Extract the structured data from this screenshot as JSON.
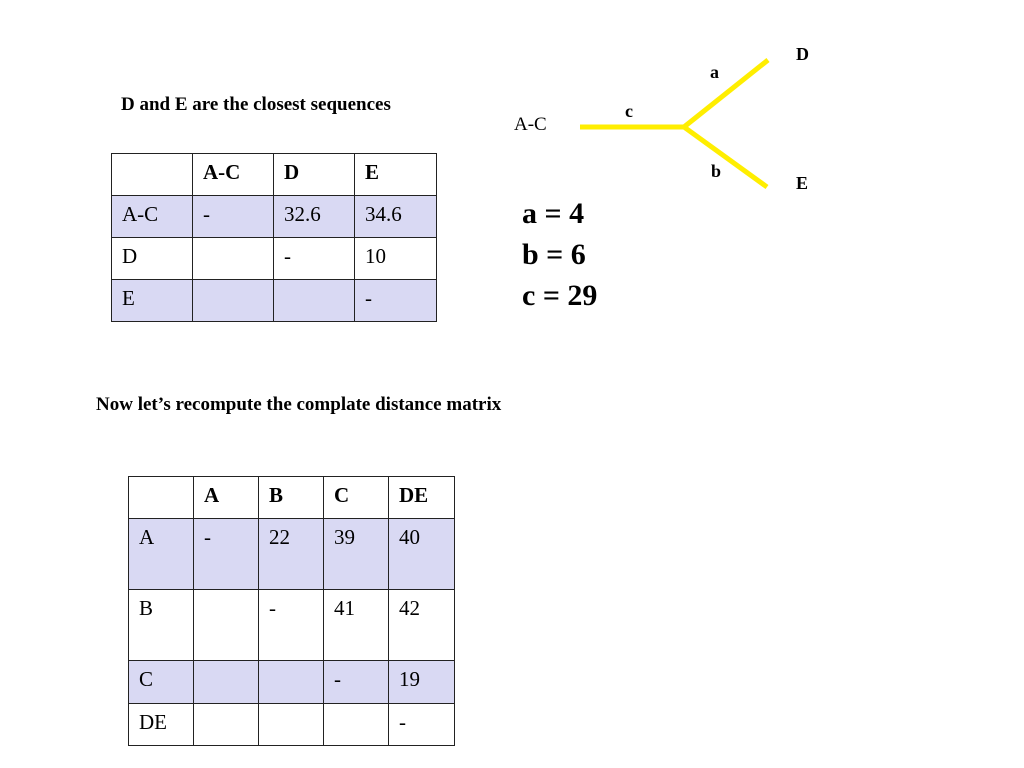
{
  "caption_top": "D and E are the closest sequences",
  "caption_bottom": "Now let’s recompute the complate distance matrix",
  "matrix1": {
    "header": [
      "",
      "A-C",
      "D",
      "E"
    ],
    "rows": [
      [
        "A-C",
        "-",
        "32.6",
        "34.6"
      ],
      [
        "D",
        "",
        "-",
        "10"
      ],
      [
        "E",
        "",
        "",
        "-"
      ]
    ]
  },
  "matrix2": {
    "header": [
      "",
      "A",
      "B",
      "C",
      "DE"
    ],
    "rows": [
      [
        "A",
        "-",
        "22",
        "39",
        "40"
      ],
      [
        "B",
        "",
        "-",
        "41",
        "42"
      ],
      [
        "C",
        "",
        "",
        "-",
        "19"
      ],
      [
        "DE",
        "",
        "",
        "",
        "-"
      ]
    ]
  },
  "tree": {
    "color": "#ffee00",
    "node_ac": "A-C",
    "node_d": "D",
    "node_e": "E",
    "branch_a": "a",
    "branch_b": "b",
    "branch_c": "c"
  },
  "branch_lengths": {
    "a": "a = 4",
    "b": "b = 6",
    "c": "c = 29"
  }
}
